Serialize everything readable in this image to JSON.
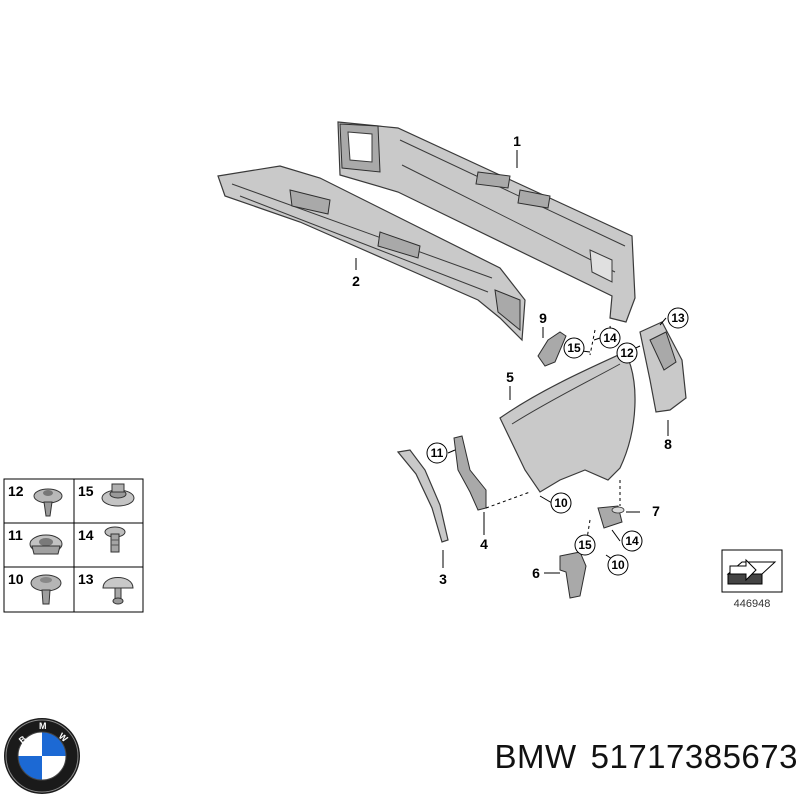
{
  "diagram": {
    "callouts": {
      "c1": "1",
      "c2": "2",
      "c3": "3",
      "c4": "4",
      "c5": "5",
      "c6": "6",
      "c7": "7",
      "c8": "8",
      "c9": "9",
      "c10a": "10",
      "c10b": "10",
      "c11": "11",
      "c12": "12",
      "c13": "13",
      "c14a": "14",
      "c14b": "14",
      "c15a": "15",
      "c15b": "15"
    },
    "fastener_grid": {
      "r1a": "12",
      "r1b": "15",
      "r2a": "11",
      "r2b": "14",
      "r3a": "10",
      "r3b": "13"
    },
    "reference_number": "446948"
  },
  "footer": {
    "brand": "BMW",
    "part_number": "51717385673"
  },
  "logo": {
    "icon": "bmw-roundel-icon",
    "colors": {
      "blue": "#1c69d4",
      "ring": "#1a1a1a",
      "white": "#ffffff"
    }
  }
}
